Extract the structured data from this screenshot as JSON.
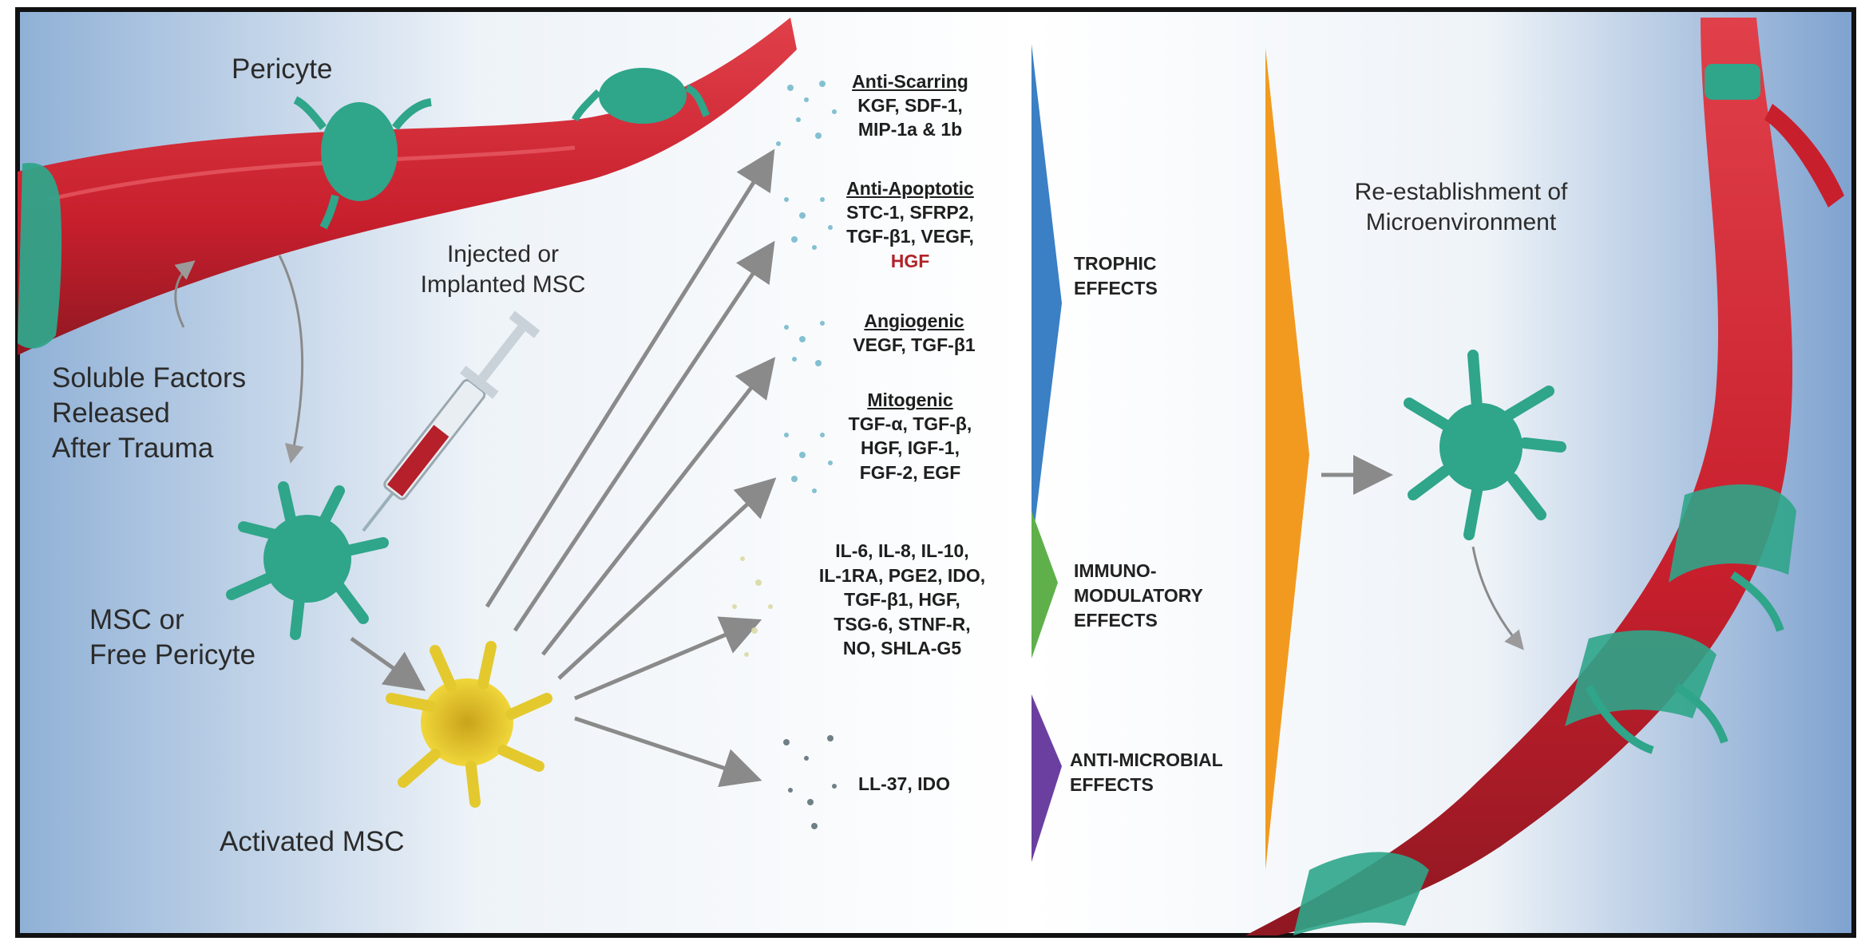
{
  "labels": {
    "pericyte": "Pericyte",
    "soluble_factors": [
      "Soluble Factors",
      "Released",
      "After Trauma"
    ],
    "injected": [
      "Injected or",
      "Implanted MSC"
    ],
    "msc_free": [
      "MSC or",
      "Free Pericyte"
    ],
    "activated": "Activated MSC",
    "reestablish": [
      "Re-establishment of",
      "Microenvironment"
    ]
  },
  "factor_groups": [
    {
      "heading": "Anti-Scarring",
      "lines": [
        "KGF, SDF-1,",
        "MIP-1a & 1b"
      ]
    },
    {
      "heading": "Anti-Apoptotic",
      "lines": [
        "STC-1, SFRP2,",
        "TGF-β1, VEGF,",
        "HGF"
      ]
    },
    {
      "heading": "Angiogenic",
      "lines": [
        "VEGF, TGF-β1"
      ]
    },
    {
      "heading": "Mitogenic",
      "lines": [
        "TGF-α, TGF-β,",
        "HGF, IGF-1,",
        "FGF-2, EGF"
      ]
    },
    {
      "heading": "",
      "lines": [
        "IL-6, IL-8, IL-10,",
        "IL-1RA, PGE2, IDO,",
        "TGF-β1, HGF,",
        "TSG-6, STNF-R,",
        "NO, SHLA-G5"
      ]
    },
    {
      "heading": "",
      "lines": [
        "LL-37, IDO"
      ]
    }
  ],
  "effects": [
    {
      "lines": [
        "TROPHIC",
        "EFFECTS"
      ],
      "color": "#3b7fc4"
    },
    {
      "lines": [
        "IMMUNO-",
        "MODULATORY",
        "EFFECTS"
      ],
      "color": "#5fb04a"
    },
    {
      "lines": [
        "ANTI-MICROBIAL",
        "EFFECTS"
      ],
      "color": "#6b3fa0"
    }
  ],
  "colors": {
    "vessel": "#d32635",
    "vessel_dark": "#9e1b26",
    "pericyte": "#2fa58a",
    "activated_msc": "#e3c92d",
    "overall_effect": "#f29a1f",
    "arrow": "#8a8a8a"
  }
}
